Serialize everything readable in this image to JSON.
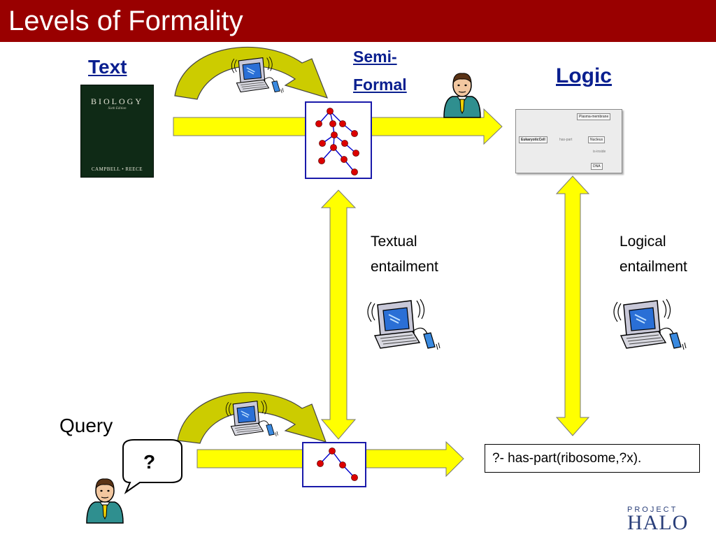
{
  "slide": {
    "title": "Levels of Formality"
  },
  "labels": {
    "text": "Text",
    "semi_formal_line1": "Semi-",
    "semi_formal_line2": "Formal",
    "logic": "Logic",
    "textual_entailment_line1": "Textual",
    "textual_entailment_line2": "entailment",
    "logical_entailment_line1": "Logical",
    "logical_entailment_line2": "entailment",
    "query": "Query",
    "question_mark": "?"
  },
  "book": {
    "title": "BIOLOGY",
    "subtitle": "Sixth Edition",
    "authors": "CAMPBELL • REECE"
  },
  "ontology": {
    "nodes": [
      "Plasma-membrane",
      "EukaryoticCell",
      "has-part",
      "Nucleus",
      "is-inside",
      "DNA"
    ]
  },
  "query_box": {
    "text": "?- has-part(ribosome,?x)."
  },
  "logo": {
    "small": "PROJECT",
    "big": "HALO"
  },
  "colors": {
    "title_bar": "#990000",
    "arrow_fill": "#ffff00",
    "curved_arrow_fill": "#cccc00",
    "link_text": "#0a1f8f",
    "graph_node": "#dd0000",
    "graph_edge": "#0000cc"
  }
}
